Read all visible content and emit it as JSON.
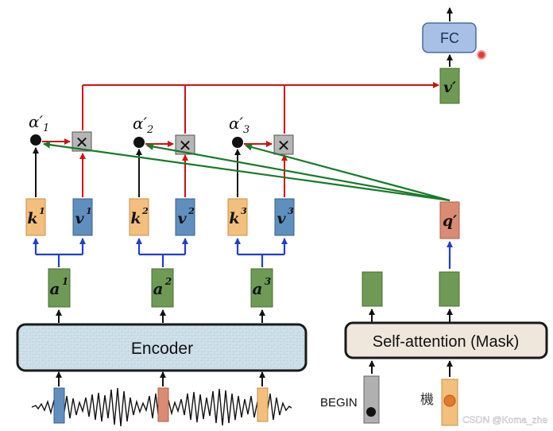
{
  "diagram": {
    "blocks": {
      "encoder": "Encoder",
      "self_attention": "Self-attention (Mask)",
      "fc": "FC"
    },
    "encoder_outputs": [
      {
        "var": "a",
        "sup": "1",
        "key": "k",
        "value": "v",
        "weight": "α′",
        "weight_sub": "1"
      },
      {
        "var": "a",
        "sup": "2",
        "key": "k",
        "value": "v",
        "weight": "α′",
        "weight_sub": "2"
      },
      {
        "var": "a",
        "sup": "3",
        "key": "k",
        "value": "v",
        "weight": "α′",
        "weight_sub": "3"
      }
    ],
    "query": "q′",
    "context": "v′",
    "decoder_inputs": {
      "begin": "BEGIN",
      "token": "機"
    },
    "multiply_symbol": "✕",
    "watermark": "CSDN @Koma_zhe"
  },
  "colors": {
    "key_fill": "#f2bf7c",
    "value_fill": "#5f8fbf",
    "a_fill": "#6e9a55",
    "query_fill": "#d98c73",
    "encoder_fill": "#cfe0ea",
    "selfatt_fill": "#efe6dc",
    "fc_fill": "#a9c0e6",
    "red_line": "#d01010",
    "blue_line": "#1f3fd0",
    "green_line": "#1a7a2a"
  }
}
